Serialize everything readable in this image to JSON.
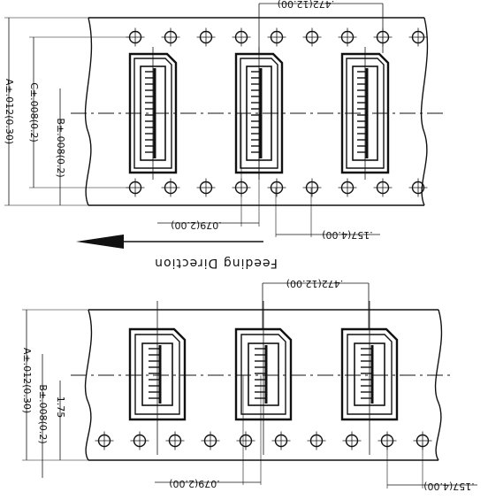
{
  "top_view": {
    "pitch_label": ".472(12.00)",
    "dim_a": "A±.012(0.30)",
    "dim_c": "C±.008(0.2)",
    "dim_b": "B±.008(0.2)",
    "hole_offset": ".079(2.00)",
    "hole_pitch": ".157(4.00)"
  },
  "feeding": {
    "label": "Feeding Direction"
  },
  "bottom_view": {
    "pitch_label": ".472(12.00)",
    "dim_a": "A±.012(0.30)",
    "dim_b": "B±.008(0.2)",
    "edge_offset": "1.75",
    "hole_offset": ".079(2.00)",
    "hole_pitch": ".157(4.00)"
  }
}
